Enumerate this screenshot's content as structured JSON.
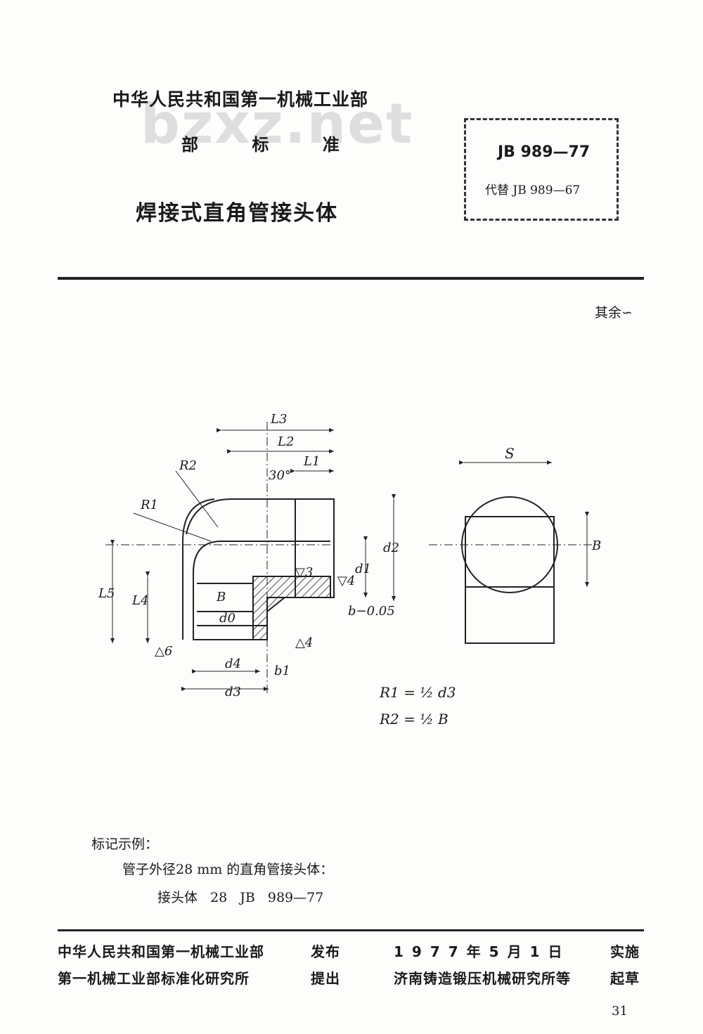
{
  "header": {
    "ministry": "中华人民共和国第一机械工业部",
    "standard_label": "部 标 准",
    "watermark": "bzxz.net",
    "title": "焊接式直角管接头体"
  },
  "standard_box": {
    "code": "JB 989—77",
    "replaces": "代替 JB 989—67"
  },
  "roughness_note": "其余∽",
  "drawing": {
    "labels": {
      "L3": "L3",
      "L2": "L2",
      "L1": "L1",
      "R2": "R2",
      "R1": "R1",
      "angle": "30°",
      "L5": "L5",
      "L4": "L4",
      "B": "B",
      "d0": "d0",
      "d4": "d4",
      "d3": "d3",
      "d1": "d1",
      "d2": "d2",
      "b1": "b1",
      "b_tol": "b−0.05",
      "S": "S",
      "B_side": "B",
      "fin6": "△6",
      "fin4": "▽4",
      "fin3": "▽3",
      "fin4b": "△4"
    },
    "formula_r1": "R1 = ½ d3",
    "formula_r2": "R2 = ½ B"
  },
  "marking": {
    "title": "标记示例：",
    "description": "管子外径28 mm 的直角管接头体：",
    "code": "接头体 28 JB 989—77"
  },
  "footer": {
    "issuer": "中华人民共和国第一机械工业部",
    "issuer_action": "发布",
    "effective_date": "1977年5月1日",
    "effective_action": "实施",
    "proposer": "第一机械工业部标准化研究所",
    "proposer_action": "提出",
    "drafter": "济南铸造锻压机械研究所等",
    "drafter_action": "起草"
  },
  "page_number": "31"
}
